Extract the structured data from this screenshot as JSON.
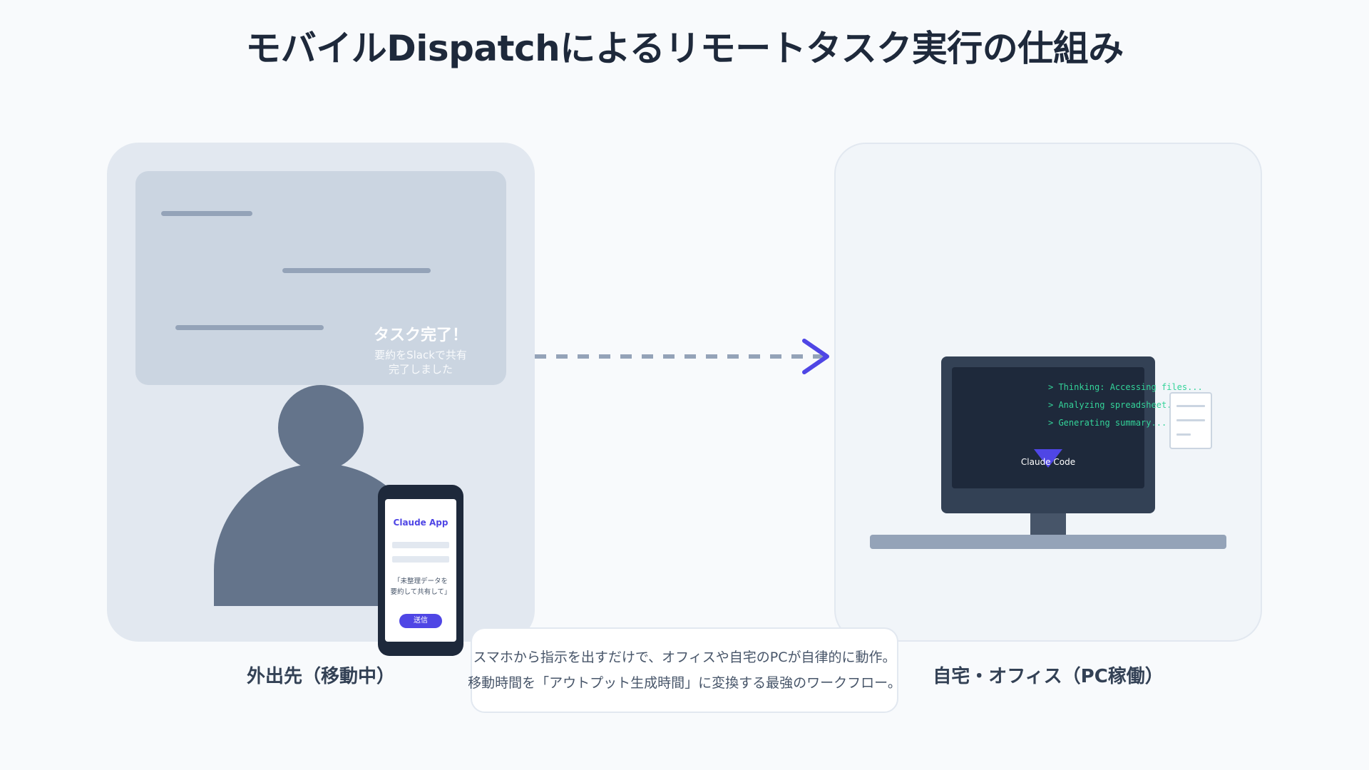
{
  "title": "モバイルDispatchによるリモートタスク実行の仕組み",
  "left_panel": {
    "notification": {
      "title": "タスク完了！",
      "body_line1": "要約をSlackで共有",
      "body_line2": "完了しました"
    },
    "phone": {
      "app_name": "Claude App",
      "message_line1": "「未整理データを",
      "message_line2": "要約して共有して」",
      "send_button": "送信"
    },
    "caption": "外出先（移動中）"
  },
  "right_panel": {
    "terminal_lines": [
      "> Thinking: Accessing files...",
      "> Analyzing spreadsheet...",
      "> Generating summary..."
    ],
    "app_label": "Claude Code",
    "caption": "自宅・オフィス（PC稼働）"
  },
  "description": {
    "line1": "スマホから指示を出すだけで、オフィスや自宅のPCが自律的に動作。",
    "line2": "移動時間を「アウトプット生成時間」に変換する最強のワークフロー。"
  },
  "colors": {
    "accent": "#4f46e5",
    "terminal_text": "#34d399",
    "person": "#64748b",
    "title": "#1e293b"
  }
}
